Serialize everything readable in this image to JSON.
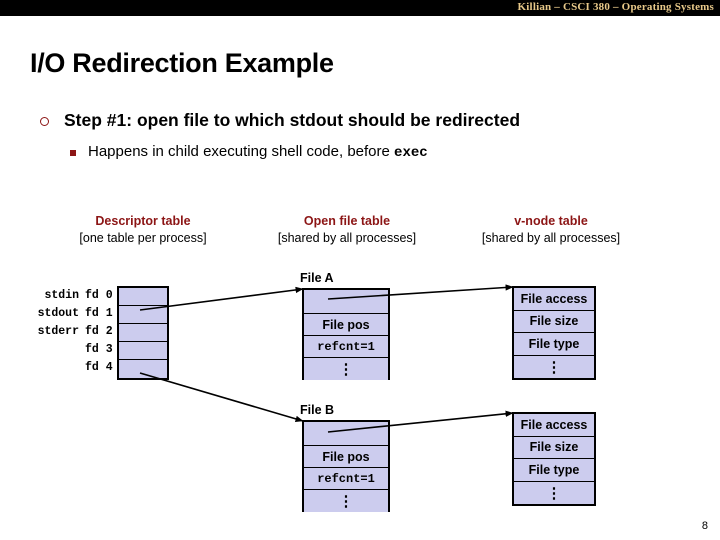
{
  "header": {
    "title": "Killian – CSCI 380 – Operating Systems"
  },
  "slide": {
    "title": "I/O Redirection Example",
    "page_number": "8"
  },
  "bullets": {
    "level1": {
      "marker": "hollow-circle",
      "text": "Step #1: open file to which stdout should be redirected"
    },
    "level2": {
      "marker": "filled-square",
      "text_before": "Happens in child executing shell code, before",
      "code": "exec"
    }
  },
  "columns": [
    {
      "heading": "Descriptor table",
      "subheading": "[one table per process]"
    },
    {
      "heading": "Open file table",
      "subheading": "[shared by all processes]"
    },
    {
      "heading": "v-node table",
      "subheading": "[shared by all processes]"
    }
  ],
  "descriptor_table": {
    "rows": [
      {
        "std": "stdin",
        "fd": "fd 0"
      },
      {
        "std": "stdout",
        "fd": "fd 1"
      },
      {
        "std": "stderr",
        "fd": "fd 2"
      },
      {
        "std": "",
        "fd": "fd 3"
      },
      {
        "std": "",
        "fd": "fd 4"
      }
    ]
  },
  "open_file_tables": [
    {
      "caption": "File A",
      "rows": [
        "",
        "File pos",
        "refcnt=1",
        "⋮"
      ]
    },
    {
      "caption": "File B",
      "rows": [
        "",
        "File pos",
        "refcnt=1",
        "⋮"
      ]
    }
  ],
  "vnode_tables": [
    {
      "rows": [
        "File access",
        "File size",
        "File type",
        "⋮"
      ]
    },
    {
      "rows": [
        "File access",
        "File size",
        "File type",
        "⋮"
      ]
    }
  ],
  "colors": {
    "accent_red": "#8c1515",
    "header_bar": "#000000",
    "header_text": "#e8c98a",
    "cell_fill": "#ccccee",
    "border": "#000000"
  }
}
